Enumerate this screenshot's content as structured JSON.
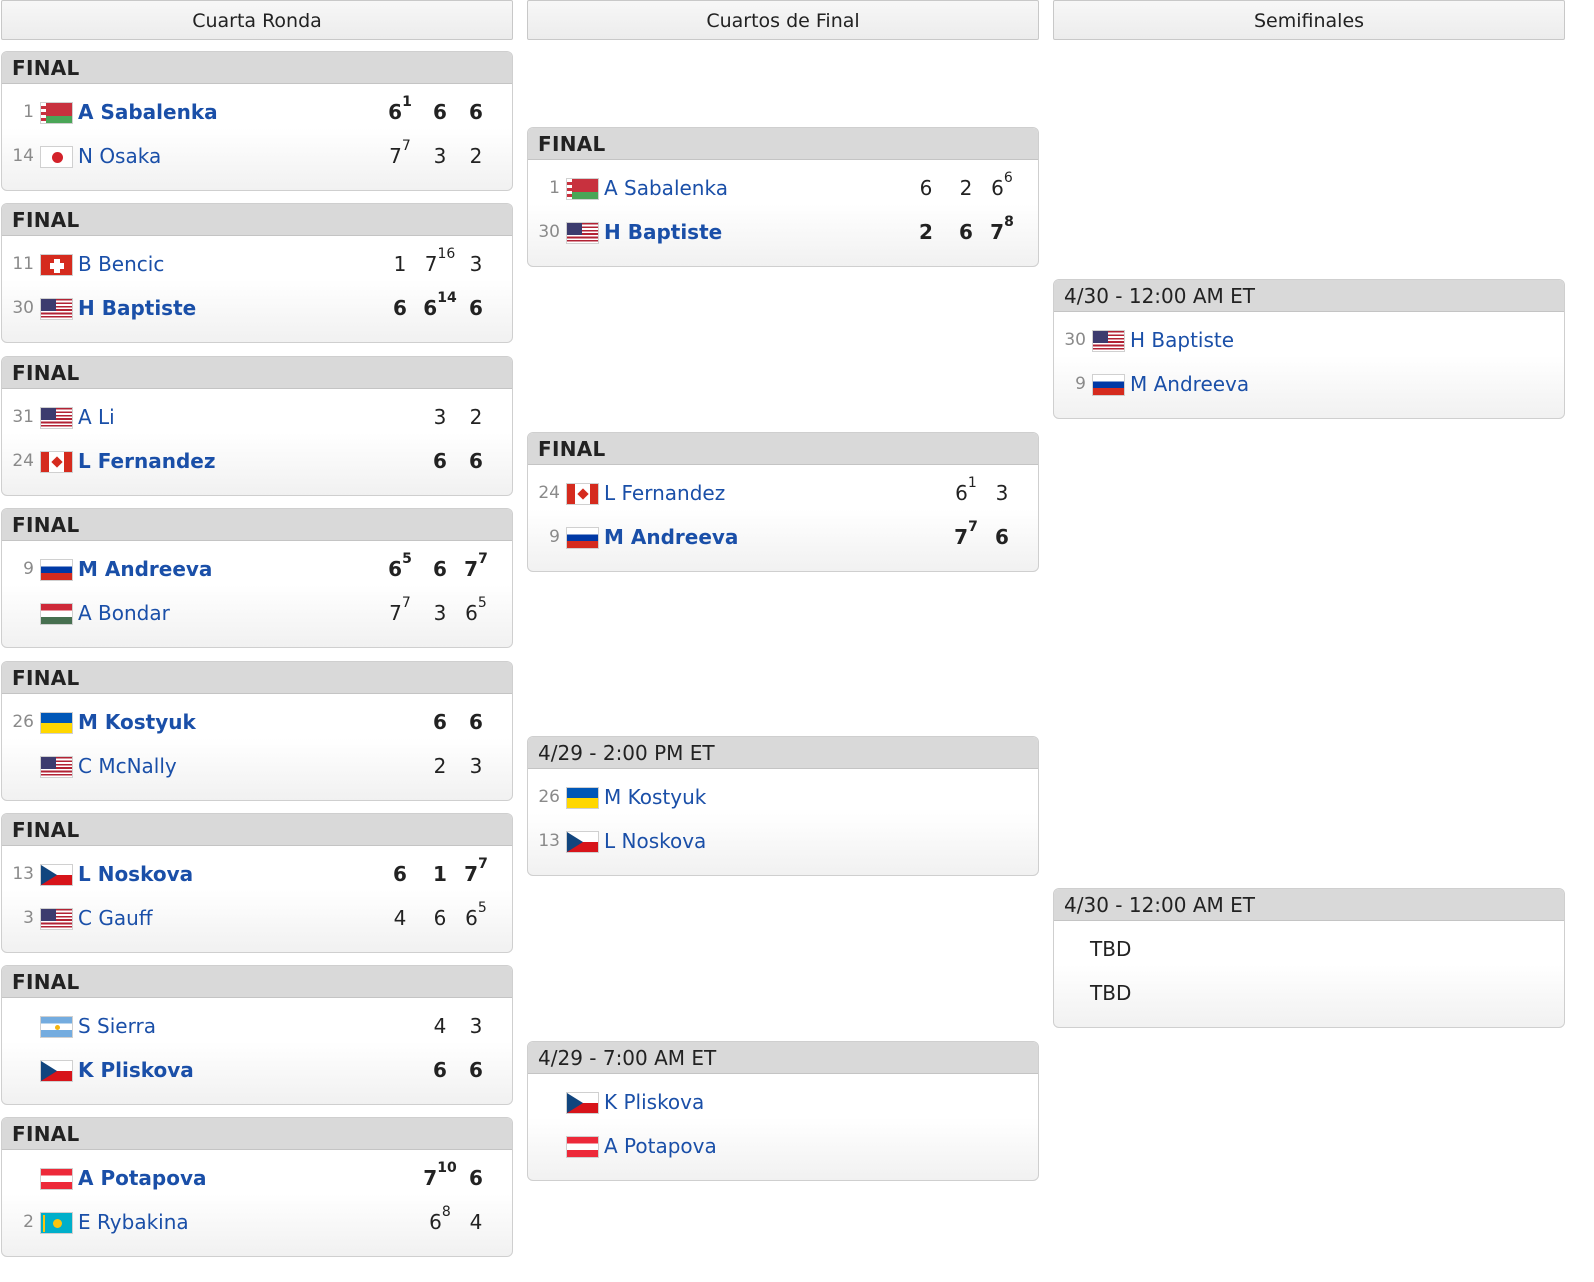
{
  "columns": [
    {
      "title": "Cuarta Ronda"
    },
    {
      "title": "Cuartos de Final"
    },
    {
      "title": "Semifinales"
    }
  ],
  "rounds": {
    "r16": [
      {
        "status": "FINAL",
        "players": [
          {
            "seed": "1",
            "flag": "belarus",
            "name": "A Sabalenka",
            "winner": true,
            "sets": [
              {
                "g": "6",
                "tb": "1"
              },
              {
                "g": "6",
                "tb": ""
              },
              {
                "g": "6",
                "tb": ""
              }
            ]
          },
          {
            "seed": "14",
            "flag": "japan",
            "name": "N Osaka",
            "winner": false,
            "sets": [
              {
                "g": "7",
                "tb": "7"
              },
              {
                "g": "3",
                "tb": ""
              },
              {
                "g": "2",
                "tb": ""
              }
            ]
          }
        ]
      },
      {
        "status": "FINAL",
        "players": [
          {
            "seed": "11",
            "flag": "switzerland",
            "name": "B Bencic",
            "winner": false,
            "sets": [
              {
                "g": "1",
                "tb": ""
              },
              {
                "g": "7",
                "tb": "16"
              },
              {
                "g": "3",
                "tb": ""
              }
            ]
          },
          {
            "seed": "30",
            "flag": "usa",
            "name": "H Baptiste",
            "winner": true,
            "sets": [
              {
                "g": "6",
                "tb": ""
              },
              {
                "g": "6",
                "tb": "14"
              },
              {
                "g": "6",
                "tb": ""
              }
            ]
          }
        ]
      },
      {
        "status": "FINAL",
        "players": [
          {
            "seed": "31",
            "flag": "usa",
            "name": "A Li",
            "winner": false,
            "sets": [
              {
                "g": "",
                "tb": ""
              },
              {
                "g": "3",
                "tb": ""
              },
              {
                "g": "2",
                "tb": ""
              }
            ]
          },
          {
            "seed": "24",
            "flag": "canada",
            "name": "L Fernandez",
            "winner": true,
            "sets": [
              {
                "g": "",
                "tb": ""
              },
              {
                "g": "6",
                "tb": ""
              },
              {
                "g": "6",
                "tb": ""
              }
            ]
          }
        ]
      },
      {
        "status": "FINAL",
        "players": [
          {
            "seed": "9",
            "flag": "russia",
            "name": "M Andreeva",
            "winner": true,
            "sets": [
              {
                "g": "6",
                "tb": "5"
              },
              {
                "g": "6",
                "tb": ""
              },
              {
                "g": "7",
                "tb": "7"
              }
            ]
          },
          {
            "seed": "",
            "flag": "hungary",
            "name": "A Bondar",
            "winner": false,
            "sets": [
              {
                "g": "7",
                "tb": "7"
              },
              {
                "g": "3",
                "tb": ""
              },
              {
                "g": "6",
                "tb": "5"
              }
            ]
          }
        ]
      },
      {
        "status": "FINAL",
        "players": [
          {
            "seed": "26",
            "flag": "ukraine",
            "name": "M Kostyuk",
            "winner": true,
            "sets": [
              {
                "g": "",
                "tb": ""
              },
              {
                "g": "6",
                "tb": ""
              },
              {
                "g": "6",
                "tb": ""
              }
            ]
          },
          {
            "seed": "",
            "flag": "usa",
            "name": "C McNally",
            "winner": false,
            "sets": [
              {
                "g": "",
                "tb": ""
              },
              {
                "g": "2",
                "tb": ""
              },
              {
                "g": "3",
                "tb": ""
              }
            ]
          }
        ]
      },
      {
        "status": "FINAL",
        "players": [
          {
            "seed": "13",
            "flag": "czechia",
            "name": "L Noskova",
            "winner": true,
            "sets": [
              {
                "g": "6",
                "tb": ""
              },
              {
                "g": "1",
                "tb": ""
              },
              {
                "g": "7",
                "tb": "7"
              }
            ]
          },
          {
            "seed": "3",
            "flag": "usa",
            "name": "C Gauff",
            "winner": false,
            "sets": [
              {
                "g": "4",
                "tb": ""
              },
              {
                "g": "6",
                "tb": ""
              },
              {
                "g": "6",
                "tb": "5"
              }
            ]
          }
        ]
      },
      {
        "status": "FINAL",
        "players": [
          {
            "seed": "",
            "flag": "argentina",
            "name": "S Sierra",
            "winner": false,
            "sets": [
              {
                "g": "",
                "tb": ""
              },
              {
                "g": "4",
                "tb": ""
              },
              {
                "g": "3",
                "tb": ""
              }
            ]
          },
          {
            "seed": "",
            "flag": "czechia",
            "name": "K Pliskova",
            "winner": true,
            "sets": [
              {
                "g": "",
                "tb": ""
              },
              {
                "g": "6",
                "tb": ""
              },
              {
                "g": "6",
                "tb": ""
              }
            ]
          }
        ]
      },
      {
        "status": "FINAL",
        "players": [
          {
            "seed": "",
            "flag": "austria",
            "name": "A Potapova",
            "winner": true,
            "sets": [
              {
                "g": "",
                "tb": ""
              },
              {
                "g": "7",
                "tb": "10"
              },
              {
                "g": "6",
                "tb": ""
              }
            ]
          },
          {
            "seed": "2",
            "flag": "kazakhstan",
            "name": "E Rybakina",
            "winner": false,
            "sets": [
              {
                "g": "",
                "tb": ""
              },
              {
                "g": "6",
                "tb": "8"
              },
              {
                "g": "4",
                "tb": ""
              }
            ]
          }
        ]
      }
    ],
    "qf": [
      {
        "status": "FINAL",
        "players": [
          {
            "seed": "1",
            "flag": "belarus",
            "name": "A Sabalenka",
            "winner": false,
            "sets": [
              {
                "g": "6",
                "tb": ""
              },
              {
                "g": "2",
                "tb": ""
              },
              {
                "g": "6",
                "tb": "6"
              }
            ]
          },
          {
            "seed": "30",
            "flag": "usa",
            "name": "H Baptiste",
            "winner": true,
            "sets": [
              {
                "g": "2",
                "tb": ""
              },
              {
                "g": "6",
                "tb": ""
              },
              {
                "g": "7",
                "tb": "8"
              }
            ]
          }
        ]
      },
      {
        "status": "FINAL",
        "players": [
          {
            "seed": "24",
            "flag": "canada",
            "name": "L Fernandez",
            "winner": false,
            "sets": [
              {
                "g": "",
                "tb": ""
              },
              {
                "g": "6",
                "tb": "1"
              },
              {
                "g": "3",
                "tb": ""
              }
            ]
          },
          {
            "seed": "9",
            "flag": "russia",
            "name": "M Andreeva",
            "winner": true,
            "sets": [
              {
                "g": "",
                "tb": ""
              },
              {
                "g": "7",
                "tb": "7"
              },
              {
                "g": "6",
                "tb": ""
              }
            ]
          }
        ]
      },
      {
        "status": "4/29 - 2:00 PM ET",
        "players": [
          {
            "seed": "26",
            "flag": "ukraine",
            "name": "M Kostyuk",
            "winner": false,
            "sets": []
          },
          {
            "seed": "13",
            "flag": "czechia",
            "name": "L Noskova",
            "winner": false,
            "sets": []
          }
        ]
      },
      {
        "status": "4/29 - 7:00 AM ET",
        "players": [
          {
            "seed": "",
            "flag": "czechia",
            "name": "K Pliskova",
            "winner": false,
            "sets": []
          },
          {
            "seed": "",
            "flag": "austria",
            "name": "A Potapova",
            "winner": false,
            "sets": []
          }
        ]
      }
    ],
    "sf": [
      {
        "status": "4/30 - 12:00 AM ET",
        "players": [
          {
            "seed": "30",
            "flag": "usa",
            "name": "H Baptiste",
            "winner": false,
            "sets": []
          },
          {
            "seed": "9",
            "flag": "russia",
            "name": "M Andreeva",
            "winner": false,
            "sets": []
          }
        ]
      },
      {
        "status": "4/30 - 12:00 AM ET",
        "players": [
          {
            "seed": "",
            "flag": "",
            "name": "TBD",
            "winner": false,
            "sets": []
          },
          {
            "seed": "",
            "flag": "",
            "name": "TBD",
            "winner": false,
            "sets": []
          }
        ]
      }
    ]
  }
}
